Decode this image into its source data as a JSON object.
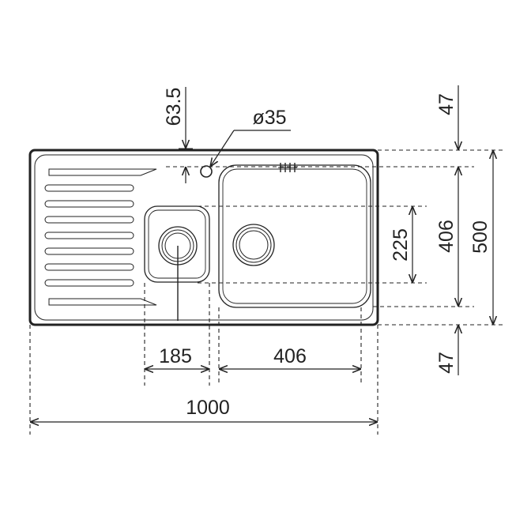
{
  "dimensions": {
    "tap_offset": "63.5",
    "tap_hole_diameter": "ø35",
    "top_margin": "47",
    "bottom_margin": "47",
    "small_bowl_height": "225",
    "large_bowl_height": "406",
    "overall_depth": "500",
    "small_bowl_width": "185",
    "large_bowl_width": "406",
    "overall_width": "1000"
  },
  "colors": {
    "line": "#222222",
    "background": "#ffffff"
  }
}
